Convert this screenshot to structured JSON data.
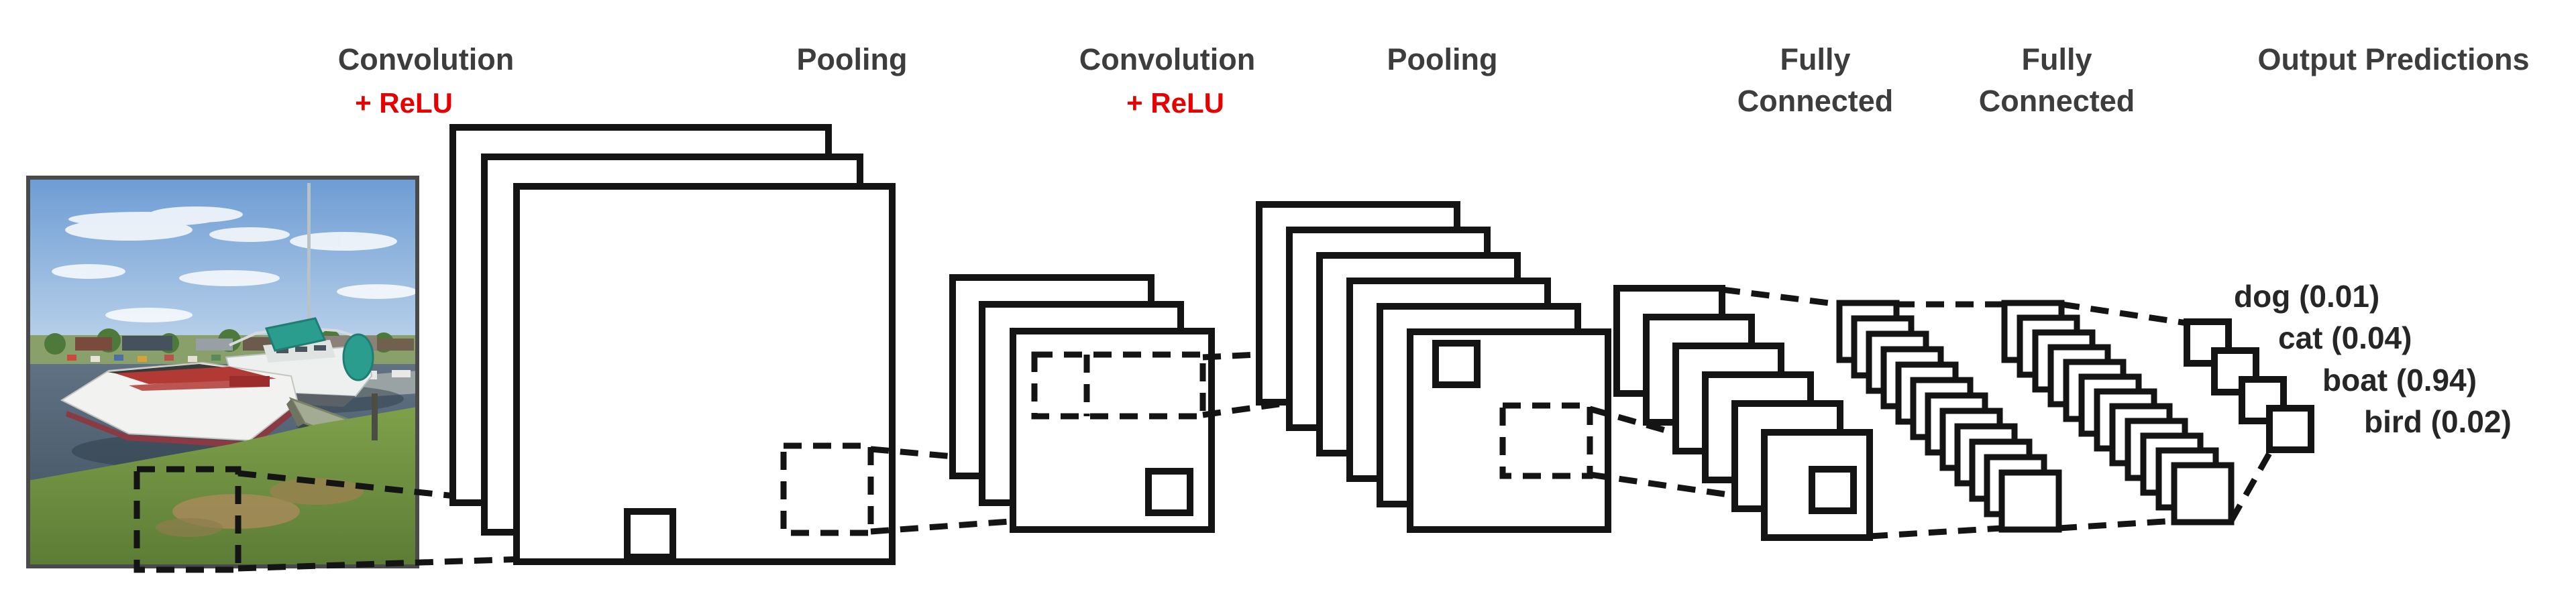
{
  "labels": {
    "stage1": "Convolution",
    "stage1_sub": "+ ReLU",
    "stage2": "Pooling",
    "stage3": "Convolution",
    "stage3_sub": "+ ReLU",
    "stage4": "Pooling",
    "stage5_line1": "Fully",
    "stage5_line2": "Connected",
    "stage6_line1": "Fully",
    "stage6_line2": "Connected",
    "stage7": "Output Predictions"
  },
  "predictions": [
    {
      "label": "dog",
      "probability": 0.01,
      "text": "dog (0.01)"
    },
    {
      "label": "cat",
      "probability": 0.04,
      "text": "cat (0.04)"
    },
    {
      "label": "boat",
      "probability": 0.94,
      "text": "boat (0.94)"
    },
    {
      "label": "bird",
      "probability": 0.02,
      "text": "bird (0.02)"
    }
  ],
  "colors": {
    "relu_red": "#e60000",
    "label_gray": "#3d3d3d",
    "line_black": "#141414",
    "sail_teal": "#2a9d8f"
  },
  "input_photo": {
    "scene": "boats-at-dock"
  }
}
